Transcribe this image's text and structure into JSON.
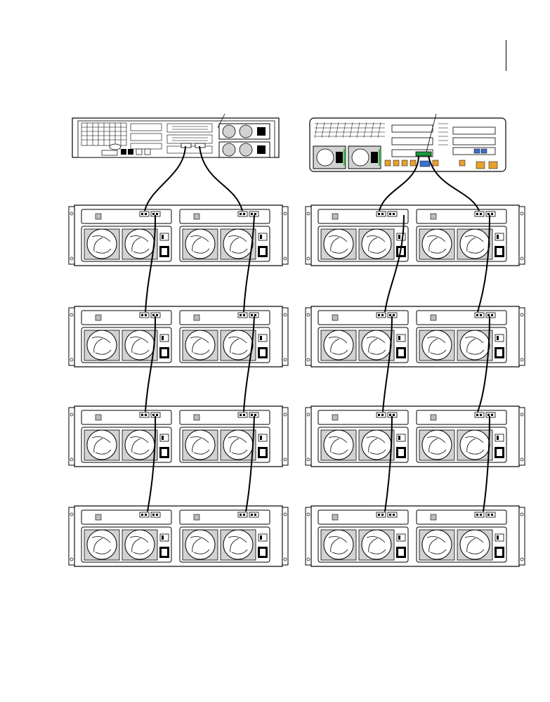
{
  "diagram": {
    "kind": "cabling-diagram",
    "description_free": true,
    "left_topology": {
      "head_unit": "server-a",
      "enclosure_count": 4,
      "cable_count": 8
    },
    "right_topology": {
      "head_unit": "server-b",
      "enclosure_count": 4,
      "cable_count": 8
    },
    "colors": {
      "line": "#000000",
      "panel": "#ffffff",
      "fan_fill": "#d2d2d2",
      "hba_highlight": "#1a9a3a",
      "port_blue": "#3a6fd0",
      "port_orange": "#e8a030",
      "psu_green": "#3db04a"
    }
  }
}
